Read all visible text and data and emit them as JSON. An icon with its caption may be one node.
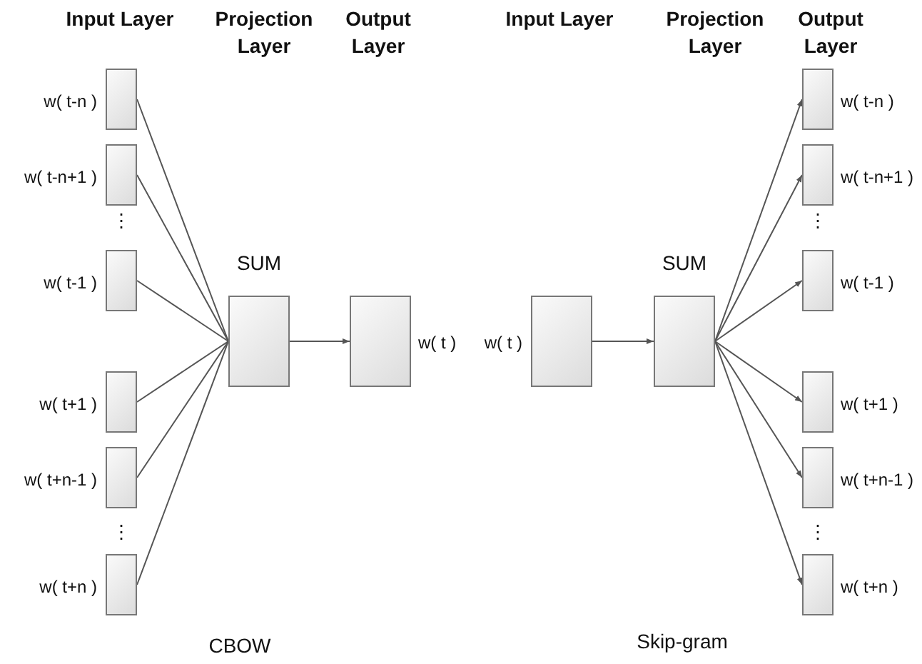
{
  "diagram": {
    "nodes": [
      {
        "text": [],
        "shape": "box",
        "beside": [
          "w( t-n )"
        ]
      },
      {
        "text": [],
        "shape": "box",
        "beside": [
          "w( t-n+1 )"
        ]
      },
      {
        "text": [],
        "shape": "box",
        "beside": [
          "w( t-1 )"
        ]
      },
      {
        "text": [],
        "shape": "box",
        "beside": [
          "w( t+1 )"
        ]
      },
      {
        "text": [],
        "shape": "box",
        "beside": [
          "w( t+n-1 )"
        ]
      },
      {
        "text": [],
        "shape": "box",
        "beside": [
          "w( t+n )"
        ]
      },
      {
        "text": [],
        "shape": "box",
        "beside": [
          "SUM"
        ]
      },
      {
        "text": [],
        "shape": "box",
        "beside": [
          "w( t )"
        ]
      },
      {
        "text": [],
        "shape": "box",
        "beside": [
          "w( t )"
        ]
      },
      {
        "text": [],
        "shape": "box",
        "beside": [
          "SUM"
        ]
      },
      {
        "text": [],
        "shape": "box",
        "beside": [
          "w( t-n )"
        ]
      },
      {
        "text": [],
        "shape": "box",
        "beside": [
          "w( t-n+1 )"
        ]
      },
      {
        "text": [],
        "shape": "box",
        "beside": [
          "w( t-1 )"
        ]
      },
      {
        "text": [],
        "shape": "box",
        "beside": [
          "w( t+1 )"
        ]
      },
      {
        "text": [],
        "shape": "box",
        "beside": [
          "w( t+n-1 )"
        ]
      },
      {
        "text": [],
        "shape": "box",
        "beside": [
          "w( t+n )"
        ]
      }
    ],
    "edges": [
      {
        "from": 0,
        "to": 6,
        "arrow": "none"
      },
      {
        "from": 1,
        "to": 6,
        "arrow": "none"
      },
      {
        "from": 2,
        "to": 6,
        "arrow": "none"
      },
      {
        "from": 3,
        "to": 6,
        "arrow": "none"
      },
      {
        "from": 4,
        "to": 6,
        "arrow": "none"
      },
      {
        "from": 5,
        "to": 6,
        "arrow": "none"
      },
      {
        "from": 6,
        "to": 7,
        "arrow": "to"
      },
      {
        "from": 8,
        "to": 9,
        "arrow": "to"
      },
      {
        "from": 9,
        "to": 10,
        "arrow": "to"
      },
      {
        "from": 9,
        "to": 11,
        "arrow": "to"
      },
      {
        "from": 9,
        "to": 12,
        "arrow": "to"
      },
      {
        "from": 9,
        "to": 13,
        "arrow": "to"
      },
      {
        "from": 9,
        "to": 14,
        "arrow": "to"
      },
      {
        "from": 9,
        "to": 15,
        "arrow": "to"
      }
    ],
    "labels": [
      "Input Layer",
      "Projection Layer",
      "Output Layer",
      "Input Layer",
      "Projection Layer",
      "Output Layer",
      "⋮",
      "⋮",
      "⋮",
      "⋮",
      "CBOW",
      "Skip-gram"
    ]
  }
}
